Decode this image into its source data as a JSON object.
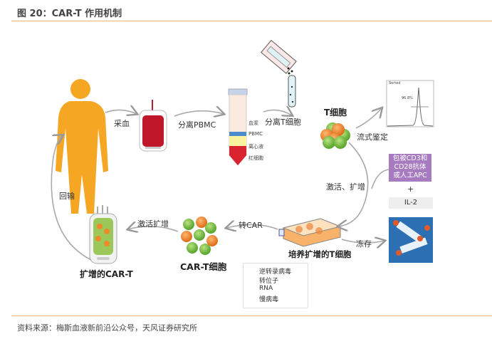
{
  "figure": {
    "title": "图 20：CAR-T 作用机制",
    "source": "资料来源：梅斯血液新前沿公众号，天风证券研究所"
  },
  "steps": {
    "collect_blood": "采血",
    "separate_pbmc": "分离PBMC",
    "separate_t": "分离T细胞",
    "t_cell": "T细胞",
    "flow_identify": "流式鉴定",
    "activate_expand": "激活、扩增",
    "cultured_t": "培养扩增的T细胞",
    "freeze": "冻存",
    "transfer_car": "转CAR",
    "car_t_cell": "CAR-T细胞",
    "activate_expand2": "激活扩增",
    "expanded_car_t": "扩增的CAR-T",
    "reinfuse": "回输"
  },
  "tube_layers": [
    "血浆",
    "PBMC",
    "离心液",
    "红细胞"
  ],
  "flow_chart": {
    "label": "Sorted",
    "percent": "96.8%"
  },
  "stimulus": {
    "box": [
      "包被CD3和",
      "CD28抗体",
      "或人工APC"
    ],
    "plus": "+",
    "il2": "IL-2"
  },
  "legend": {
    "items": [
      "逆转录病毒",
      "转位子",
      "RNA",
      "慢病毒"
    ],
    "colors": [
      "#7fd3e6",
      "#3a3a8c",
      "#d0202a",
      "#b14fb1"
    ]
  },
  "colors": {
    "accent_rule": "#f5b37a",
    "body": "#f5a623",
    "blood": "#c0182a",
    "green_cell": "#7cc242",
    "orange_cell": "#ef8a2b"
  }
}
